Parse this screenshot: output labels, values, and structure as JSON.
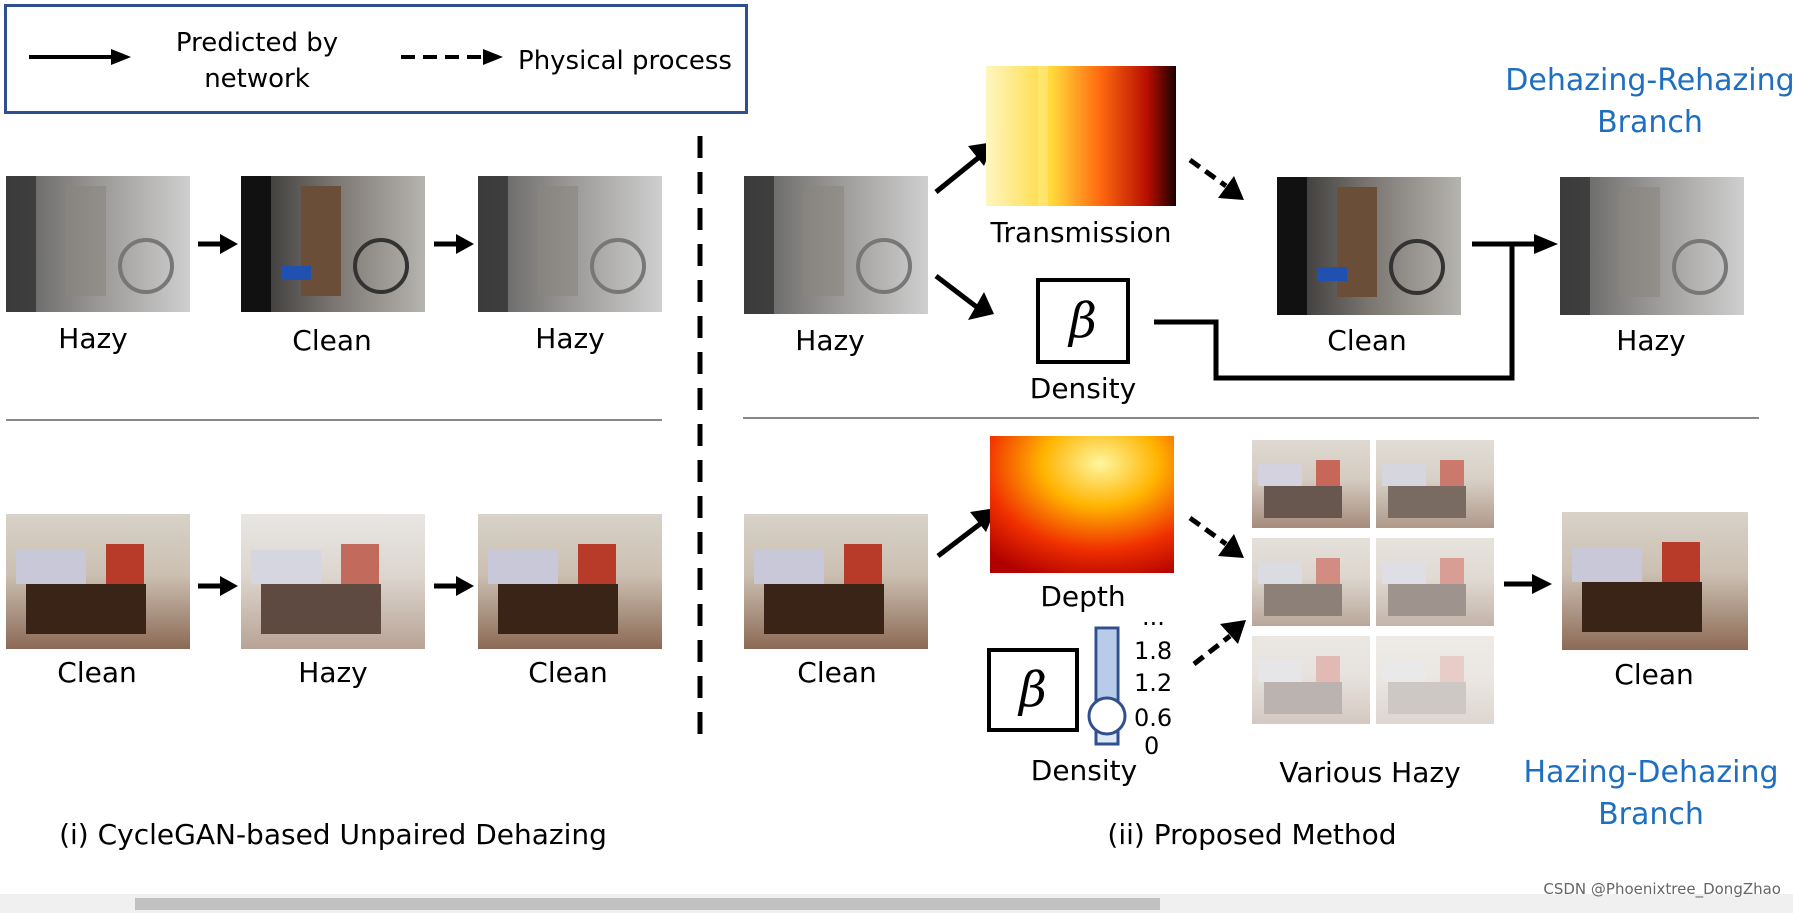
{
  "legend": {
    "predicted": "Predicted by\nnetwork",
    "physical": "Physical process"
  },
  "left": {
    "top_row": [
      "Hazy",
      "Clean",
      "Hazy"
    ],
    "bottom_row": [
      "Clean",
      "Hazy",
      "Clean"
    ],
    "caption": "(i) CycleGAN-based Unpaired Dehazing"
  },
  "right": {
    "top": {
      "input": "Hazy",
      "transmission": "Transmission",
      "density": "Density",
      "beta": "β",
      "clean": "Clean",
      "output": "Hazy",
      "branch": "Dehazing-Rehazing\nBranch"
    },
    "bottom": {
      "input": "Clean",
      "depth": "Depth",
      "density": "Density",
      "beta": "β",
      "slider_ticks": [
        "...",
        "1.8",
        "1.2",
        "0.6",
        "0"
      ],
      "various": "Various Hazy",
      "output": "Clean",
      "branch": "Hazing-Dehazing\nBranch"
    },
    "caption": "(ii) Proposed Method"
  },
  "watermark": "CSDN @Phoenixtree_DongZhao",
  "colors": {
    "branch_text": "#1f6fc1",
    "legend_border": "#2f4f8f"
  },
  "icons": {
    "solid_arrow": "solid-arrow-icon",
    "dashed_arrow": "dashed-arrow-icon"
  }
}
